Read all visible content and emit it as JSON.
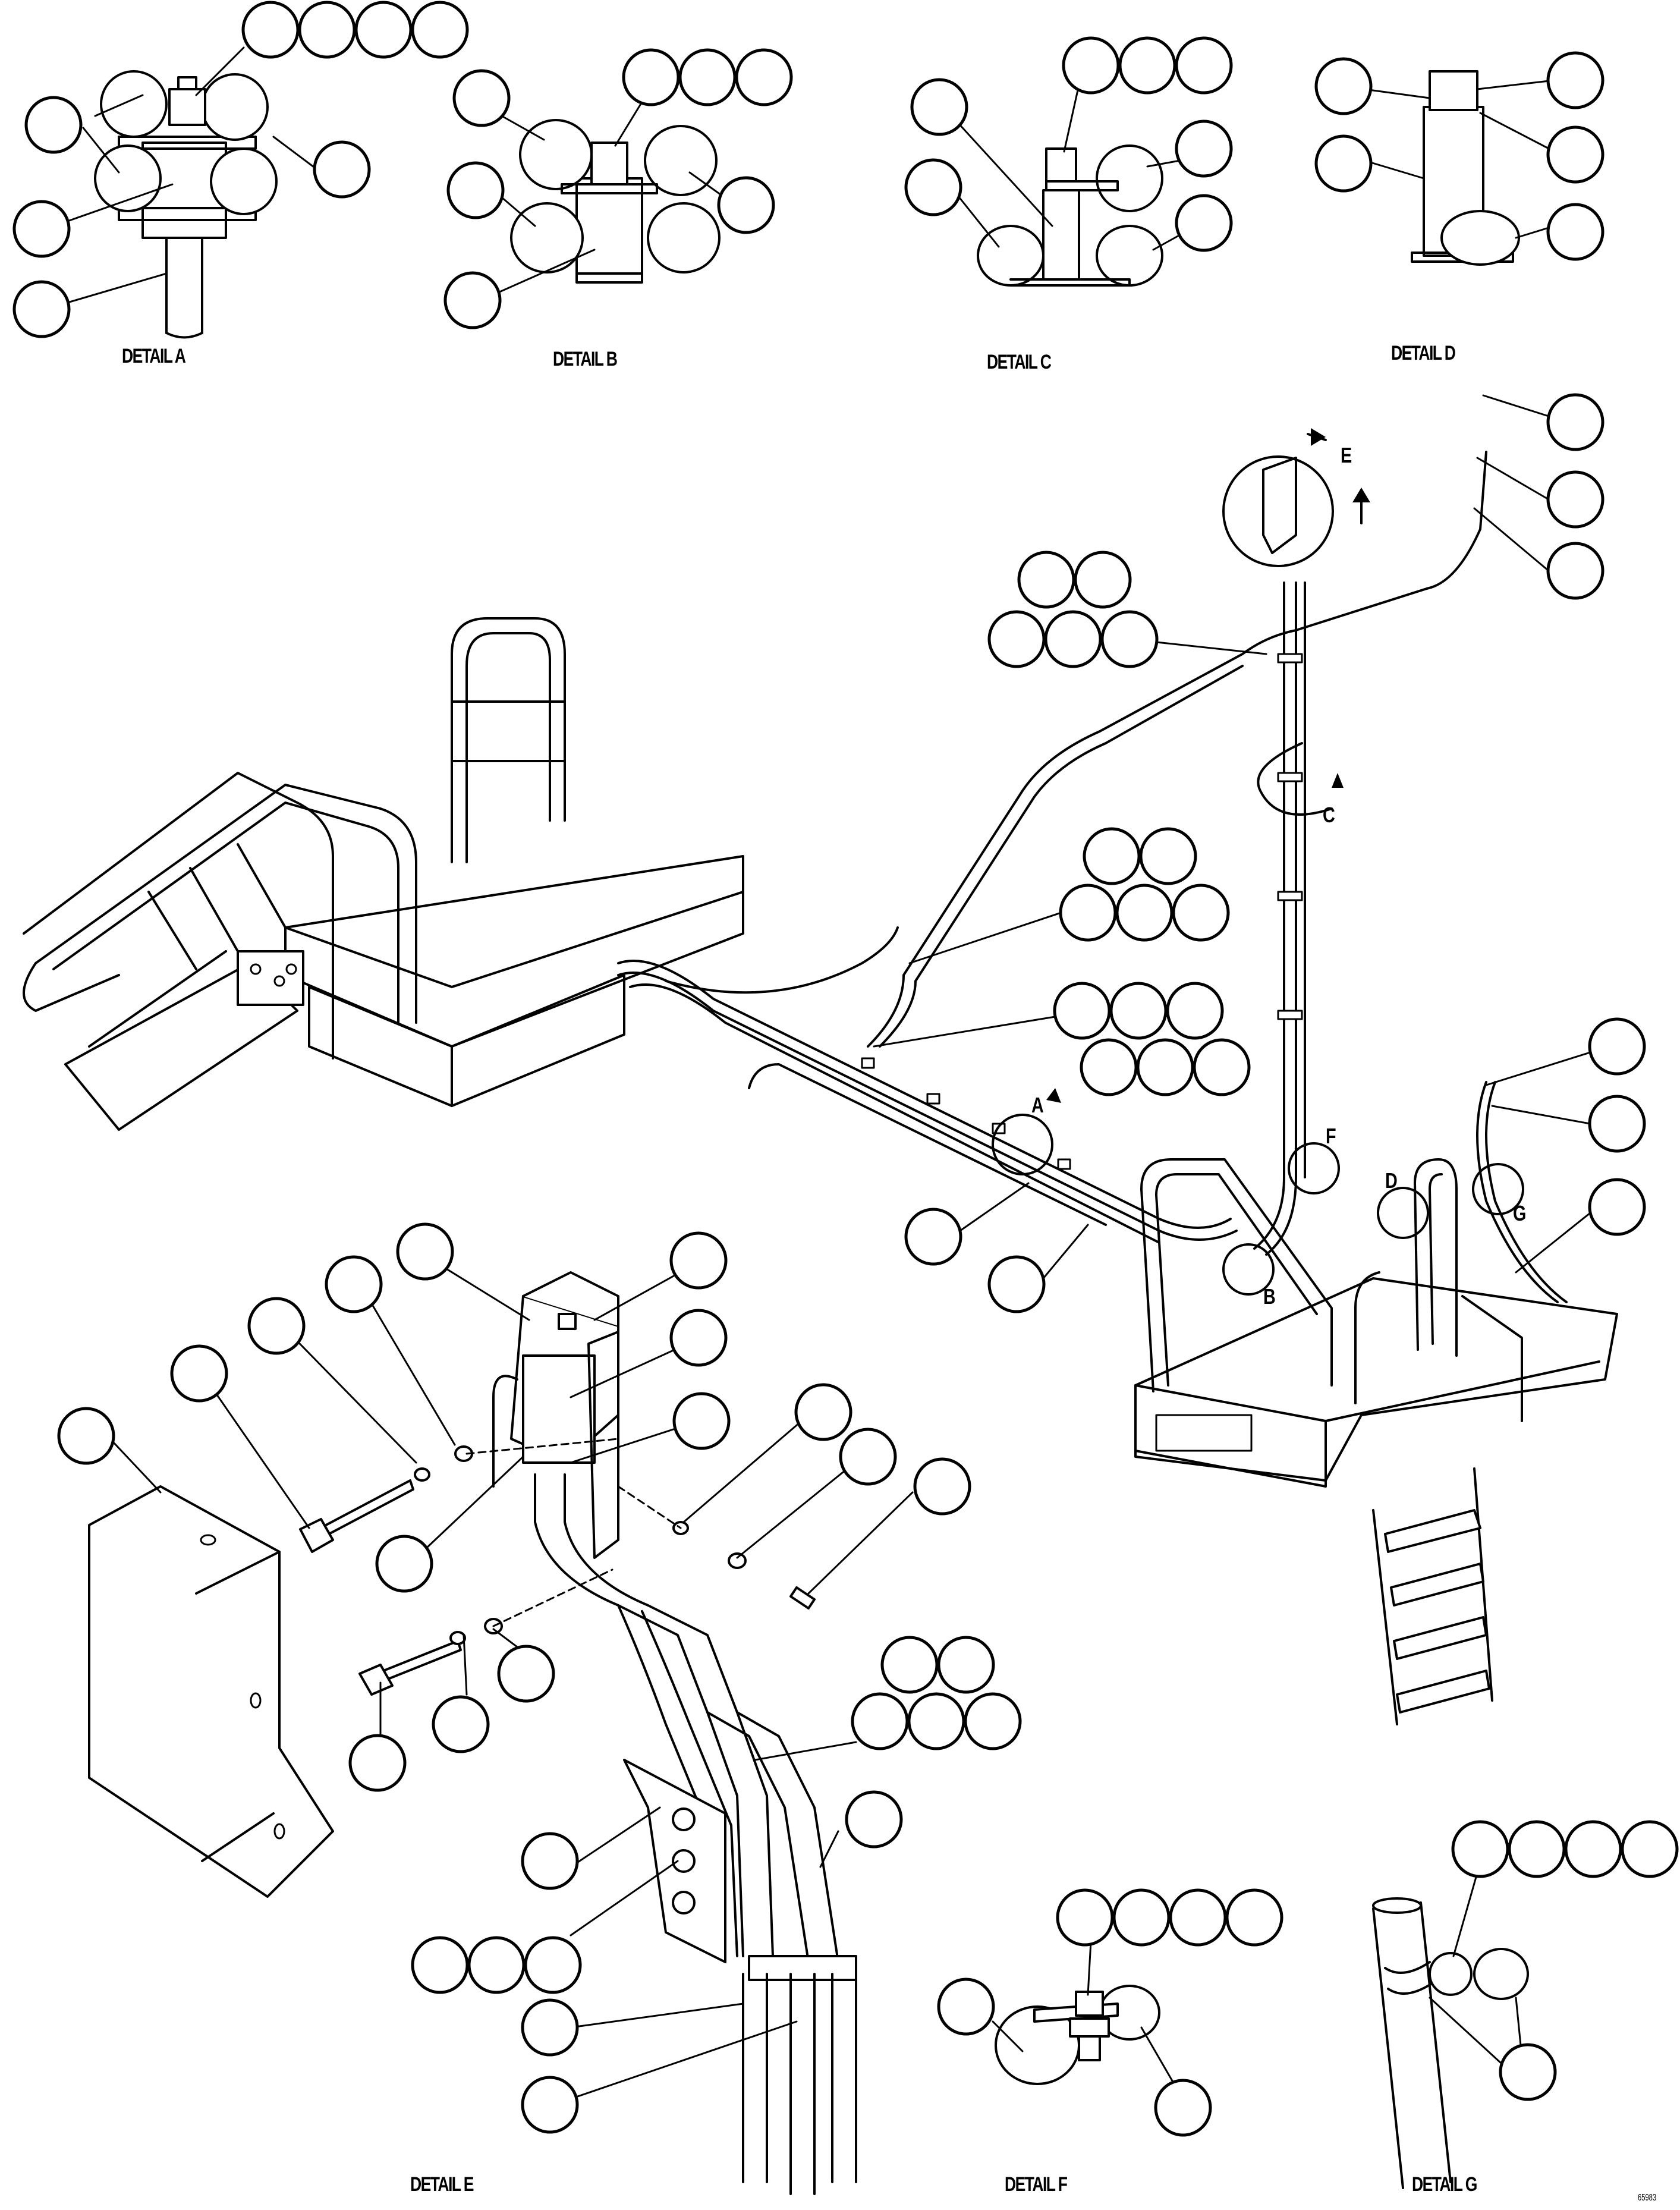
{
  "detail_labels": {
    "a": "DETAIL A",
    "b": "DETAIL B",
    "c": "DETAIL C",
    "d": "DETAIL D",
    "e": "DETAIL E",
    "f": "DETAIL F",
    "g": "DETAIL G"
  },
  "view_markers": {
    "a": "A",
    "b": "B",
    "c": "C",
    "d": "D",
    "e": "E",
    "f": "F",
    "g": "G"
  },
  "drawing_number": "65983",
  "colors": {
    "line": "#000000",
    "background": "#ffffff"
  }
}
